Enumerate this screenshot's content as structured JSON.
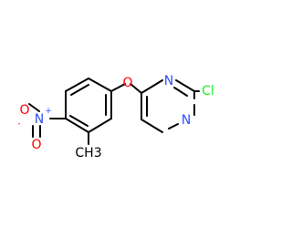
{
  "molecule": {
    "atoms": {
      "O_ether": {
        "text": "O",
        "color": "#ff0000"
      },
      "N_ring_top": {
        "text": "N",
        "color": "#3050f8"
      },
      "N_ring_bottom": {
        "text": "N",
        "color": "#3050f8"
      },
      "Cl": {
        "text": "Cl",
        "color": "#1ff01f"
      },
      "N_nitro": {
        "text": "N",
        "charge": "+",
        "color": "#3050f8"
      },
      "O_nitro_single": {
        "text": "O",
        "charge": "-",
        "color": "#ff0000"
      },
      "O_nitro_double": {
        "text": "O",
        "color": "#ff0000"
      }
    },
    "substituent_label": "CH3",
    "bond_color": "#000000"
  }
}
